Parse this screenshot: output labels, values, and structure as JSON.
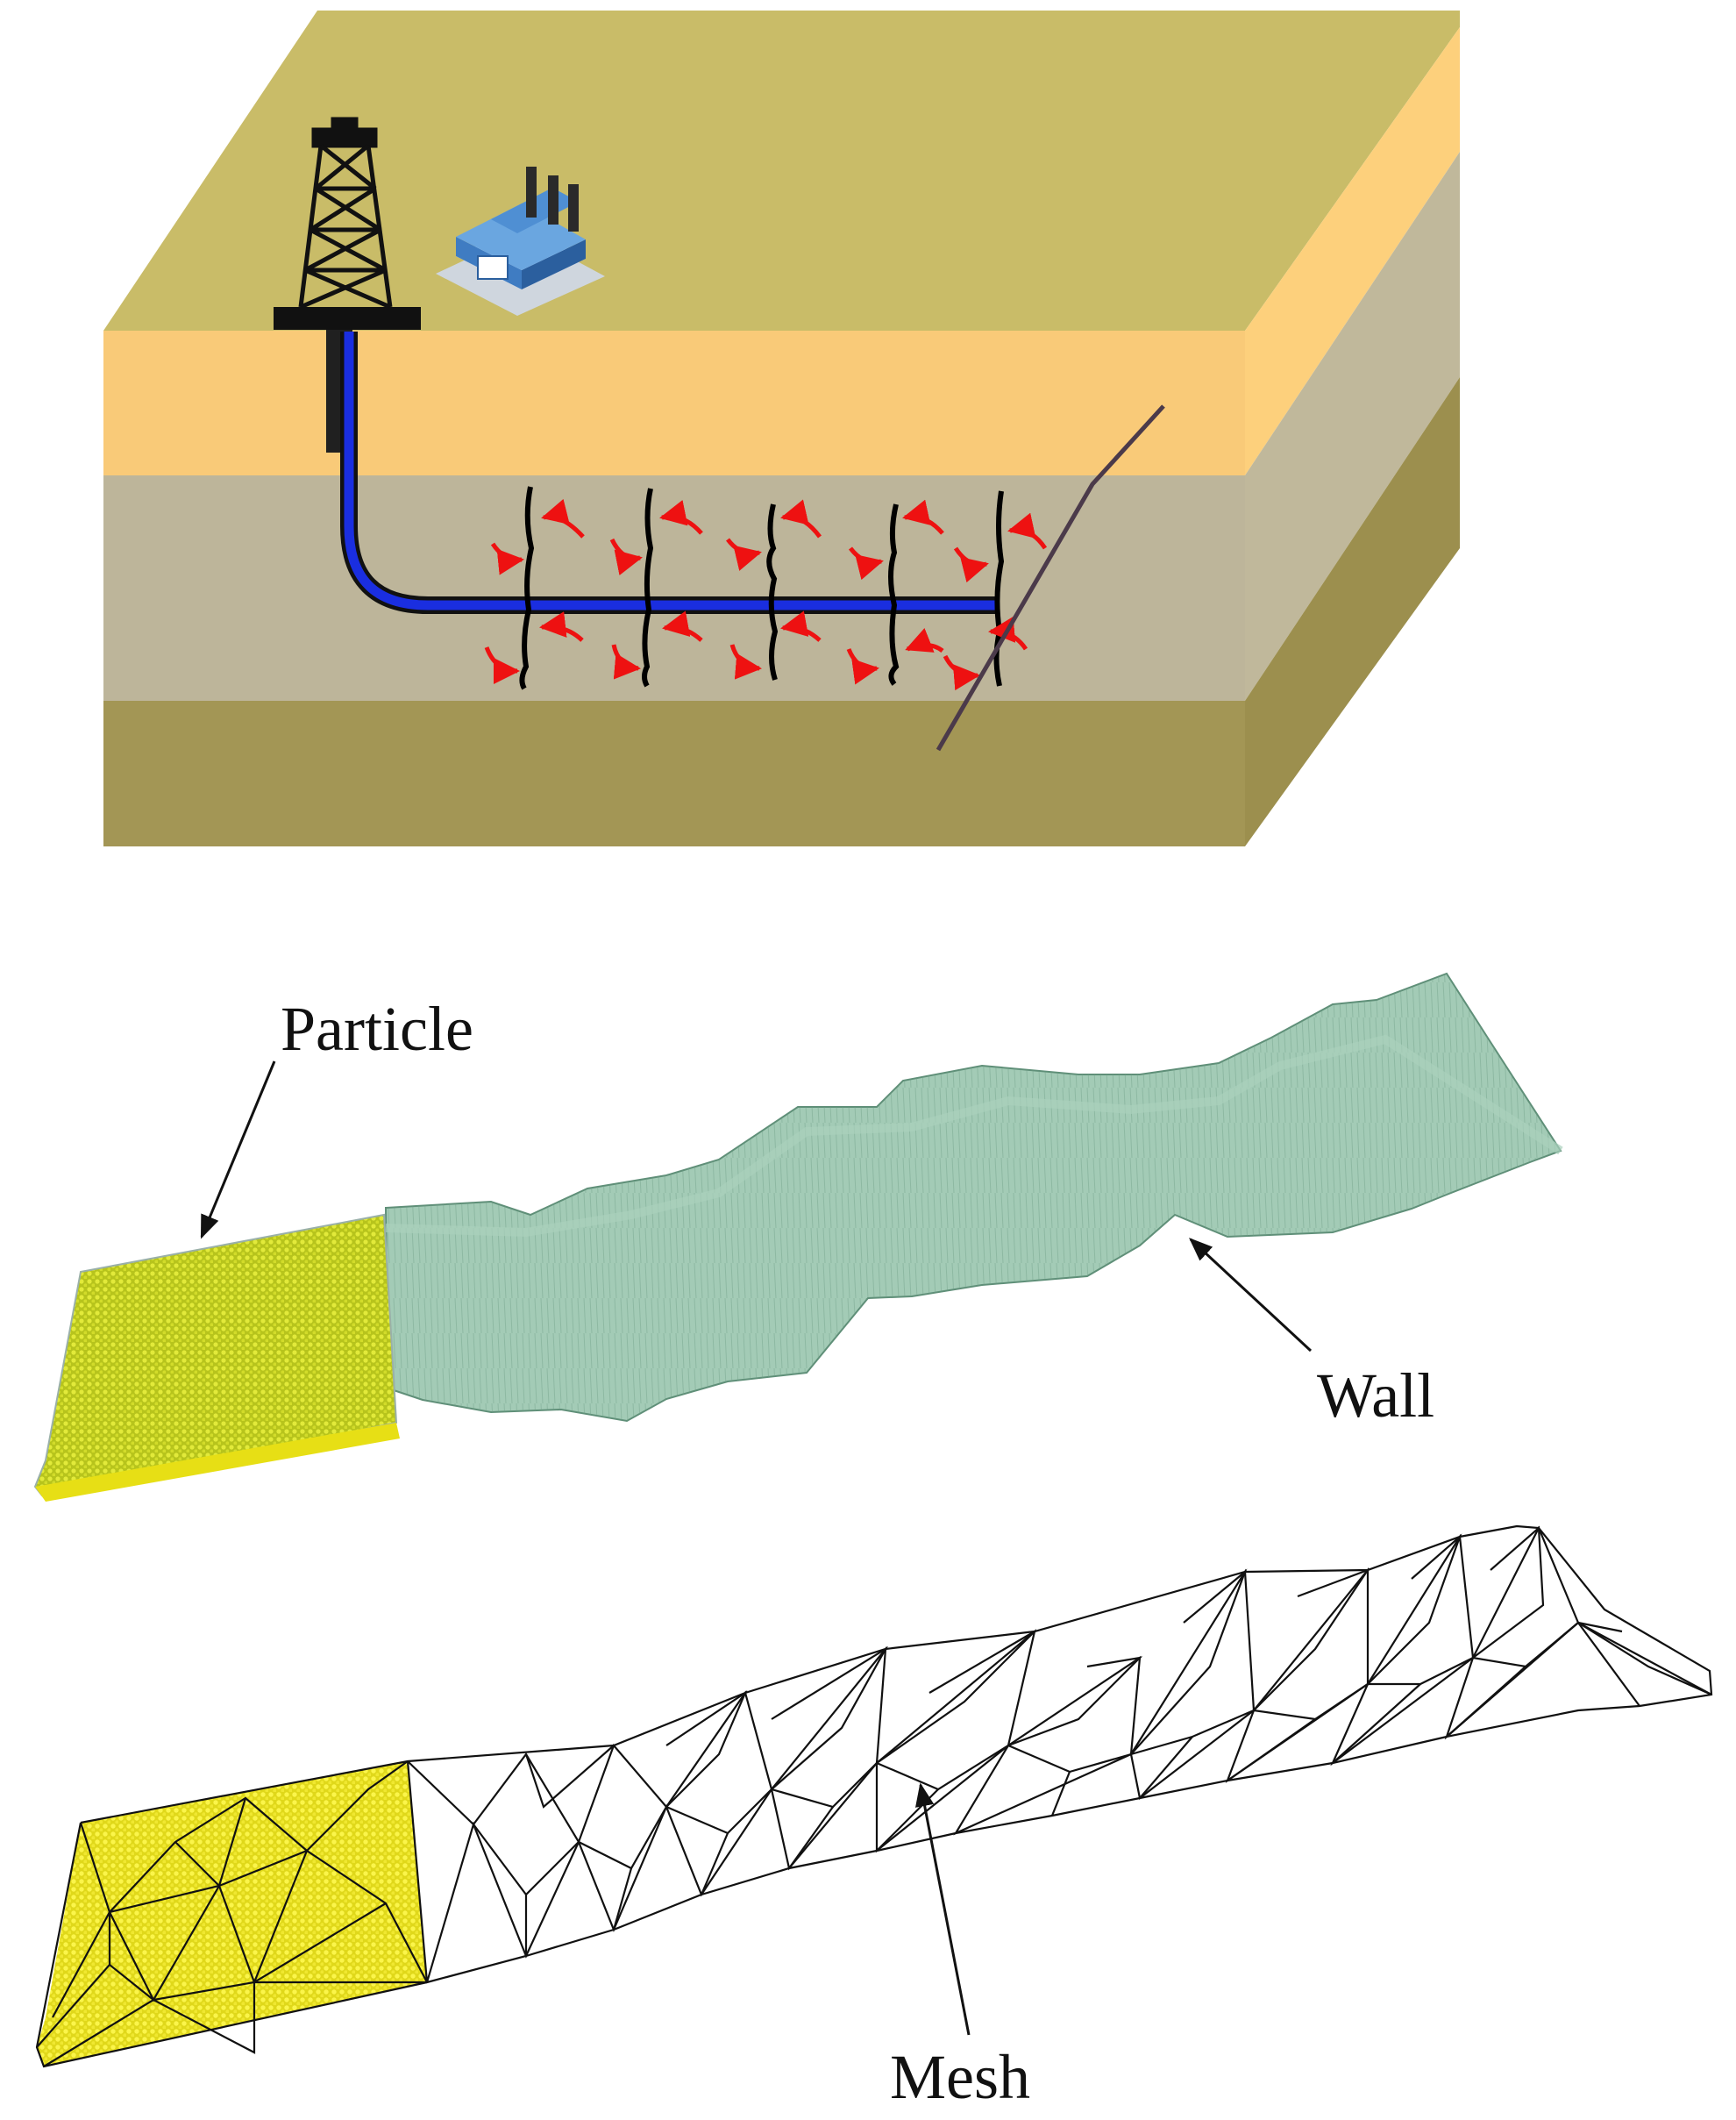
{
  "labels": {
    "particle": "Particle",
    "wall": "Wall",
    "mesh": "Mesh"
  },
  "icons": {
    "rig": "oil-derrick-icon",
    "plant": "factory-icon"
  },
  "colors": {
    "top_surface": "#c9bc68",
    "upper_layer": "#f9ca78",
    "upper_layer_side": "#fdd07c",
    "target_layer": "#bdb59a",
    "target_layer_side": "#c0b89b",
    "lower_layer": "#a39655",
    "lower_layer_side": "#9c8f4e",
    "wellbore": "#1a2ee0",
    "fracture": "#000000",
    "flow_arrow": "#ee1111",
    "fault": "#4b3a4a",
    "particle": "#c9d426",
    "wall": "#8fbfa6",
    "mesh": "#111111"
  }
}
